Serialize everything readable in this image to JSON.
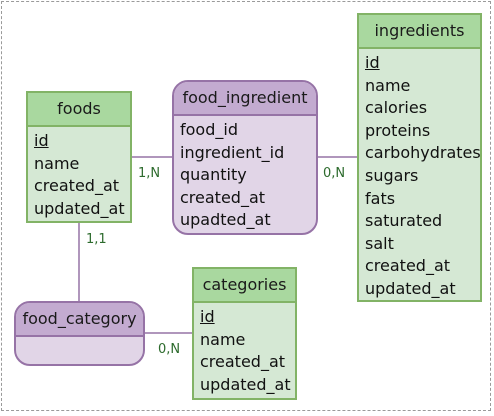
{
  "diagram": {
    "entities": {
      "foods": {
        "title": "foods",
        "fields": [
          "id",
          "name",
          "created_at",
          "updated_at"
        ]
      },
      "food_ingredient": {
        "title": "food_ingredient",
        "fields": [
          "food_id",
          "ingredient_id",
          "quantity",
          "created_at",
          "upadted_at"
        ]
      },
      "ingredients": {
        "title": "ingredients",
        "fields": [
          "id",
          "name",
          "calories",
          "proteins",
          "carbohydrates",
          "sugars",
          "fats",
          "saturated",
          "salt",
          "created_at",
          "updated_at"
        ]
      },
      "food_category": {
        "title": "food_category",
        "fields": []
      },
      "categories": {
        "title": "categories",
        "fields": [
          "id",
          "name",
          "created_at",
          "updated_at"
        ]
      }
    },
    "cardinalities": {
      "foods_to_food_ingredient": "1,N",
      "food_ingredient_to_ingredients": "0,N",
      "foods_to_food_category": "1,1",
      "food_category_to_categories": "0,N"
    },
    "colors": {
      "entity_fill": "#d5e8d4",
      "entity_header": "#a9d89f",
      "entity_border": "#82b366",
      "relation_fill": "#e1d5e7",
      "relation_header": "#c3abd0",
      "relation_border": "#9673a6",
      "cardinality_text": "#2d6b2d"
    }
  }
}
